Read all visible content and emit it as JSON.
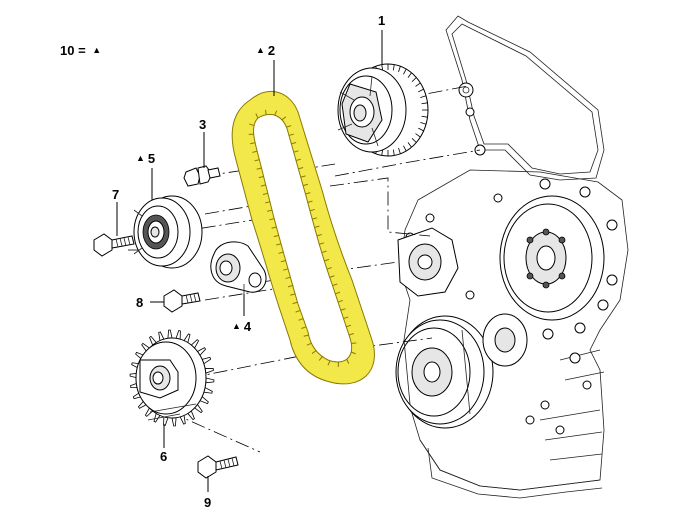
{
  "legend": {
    "text": "10 =",
    "symbol": "▲"
  },
  "callouts": [
    {
      "id": "1",
      "text": "1"
    },
    {
      "id": "2",
      "text": "2",
      "marked": true
    },
    {
      "id": "3",
      "text": "3"
    },
    {
      "id": "4",
      "text": "4",
      "marked": true
    },
    {
      "id": "5",
      "text": "5",
      "marked": true
    },
    {
      "id": "6",
      "text": "6"
    },
    {
      "id": "7",
      "text": "7"
    },
    {
      "id": "8",
      "text": "8"
    },
    {
      "id": "9",
      "text": "9"
    }
  ],
  "colors": {
    "belt": "#f2e84a",
    "belt_outline": "#8a7a00",
    "line": "#000000"
  }
}
